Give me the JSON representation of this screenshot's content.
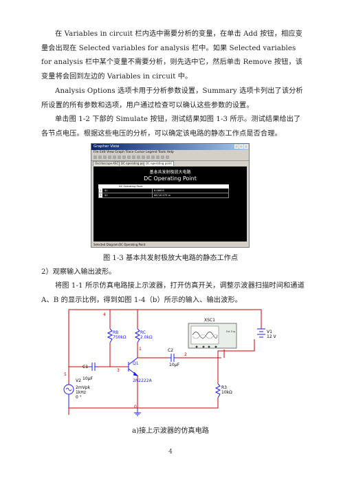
{
  "paragraphs": {
    "p1": "在 Variables in circuit 栏内选中需要分析的变量，在单击 Add 按钮，相应变量会出现在 Selected variables for analysis 栏中。如果 Selected variables for analysis 栏中某个变量不需要分析，则先选中它，然后单击 Remove 按钮，该变量将会回到左边的 Variables in circuit 中。",
    "p2": "Analysis Options 选项卡用于分析参数设置，Summary 选项卡列出了该分析所设置的所有参数和选项，用户通过检查可以确认这些参数的设置。",
    "p3": "单击图 1-2 下部的 Simulate 按钮，测试结果如图 1-3 所示。测试结果给出了各节点电压。根据这些电压的分析，可以确定该电路的静态工作点是否合理。",
    "h2": "2）观察输入输出波形。",
    "p4": "将图 1-1 所示仿真电路接上示波器，打开仿真开关，调整示波器扫描时间和通道 A、B 的显示比例，得到如图 1-4（b）所示的输入、输出波形。"
  },
  "grapher": {
    "window_title": "Grapher View",
    "menu": "File  Edit  View  Graph  Trace  Cursor  Legend  Tools  Help",
    "tabs": [
      "Oscilloscope-XSC1",
      "DC operating point",
      "DC operating point"
    ],
    "title_cn": "基本共发射极放大电路",
    "title_en": "DC Operating Point",
    "table_header": "DC Operating Point",
    "rows": [
      {
        "idx": "1",
        "name": "$1",
        "value": "6.48635"
      },
      {
        "idx": "2",
        "name": "$3",
        "value": "667.61379 m"
      }
    ],
    "status": "Selected Diagram:DC Operating Point"
  },
  "captions": {
    "fig13": "图 1-3  基本共发射极放大电路的静态工作点",
    "fig14a": "a)接上示波器的仿真电路"
  },
  "circuit": {
    "xsc1": "XSC1",
    "xsc_ext": "Ext Trig",
    "rb_name": "RB",
    "rb_val": "750kΩ",
    "rc_name": "RC",
    "rc_val": "2.0kΩ",
    "c1_name": "C1",
    "c1_val": "10μF",
    "c2_name": "C2",
    "c2_val": "10μF",
    "q1_name": "Q1",
    "q1_part": "2N2222A",
    "v1_name": "V1",
    "v1_val": "12 V",
    "v2_name": "V2",
    "v2_amp": "2mVpk",
    "v2_freq": "1kHz",
    "v2_phase": "0 °",
    "r3_name": "R3",
    "r3_val": "10kΩ",
    "nodes": {
      "n4": "4",
      "n1": "1",
      "n2": "2",
      "n3": "3",
      "n5": "5",
      "n0": "0"
    }
  },
  "page_number": "4",
  "colors": {
    "wire": "#cc0000",
    "component": "#1a1aff",
    "label": "#000000"
  }
}
